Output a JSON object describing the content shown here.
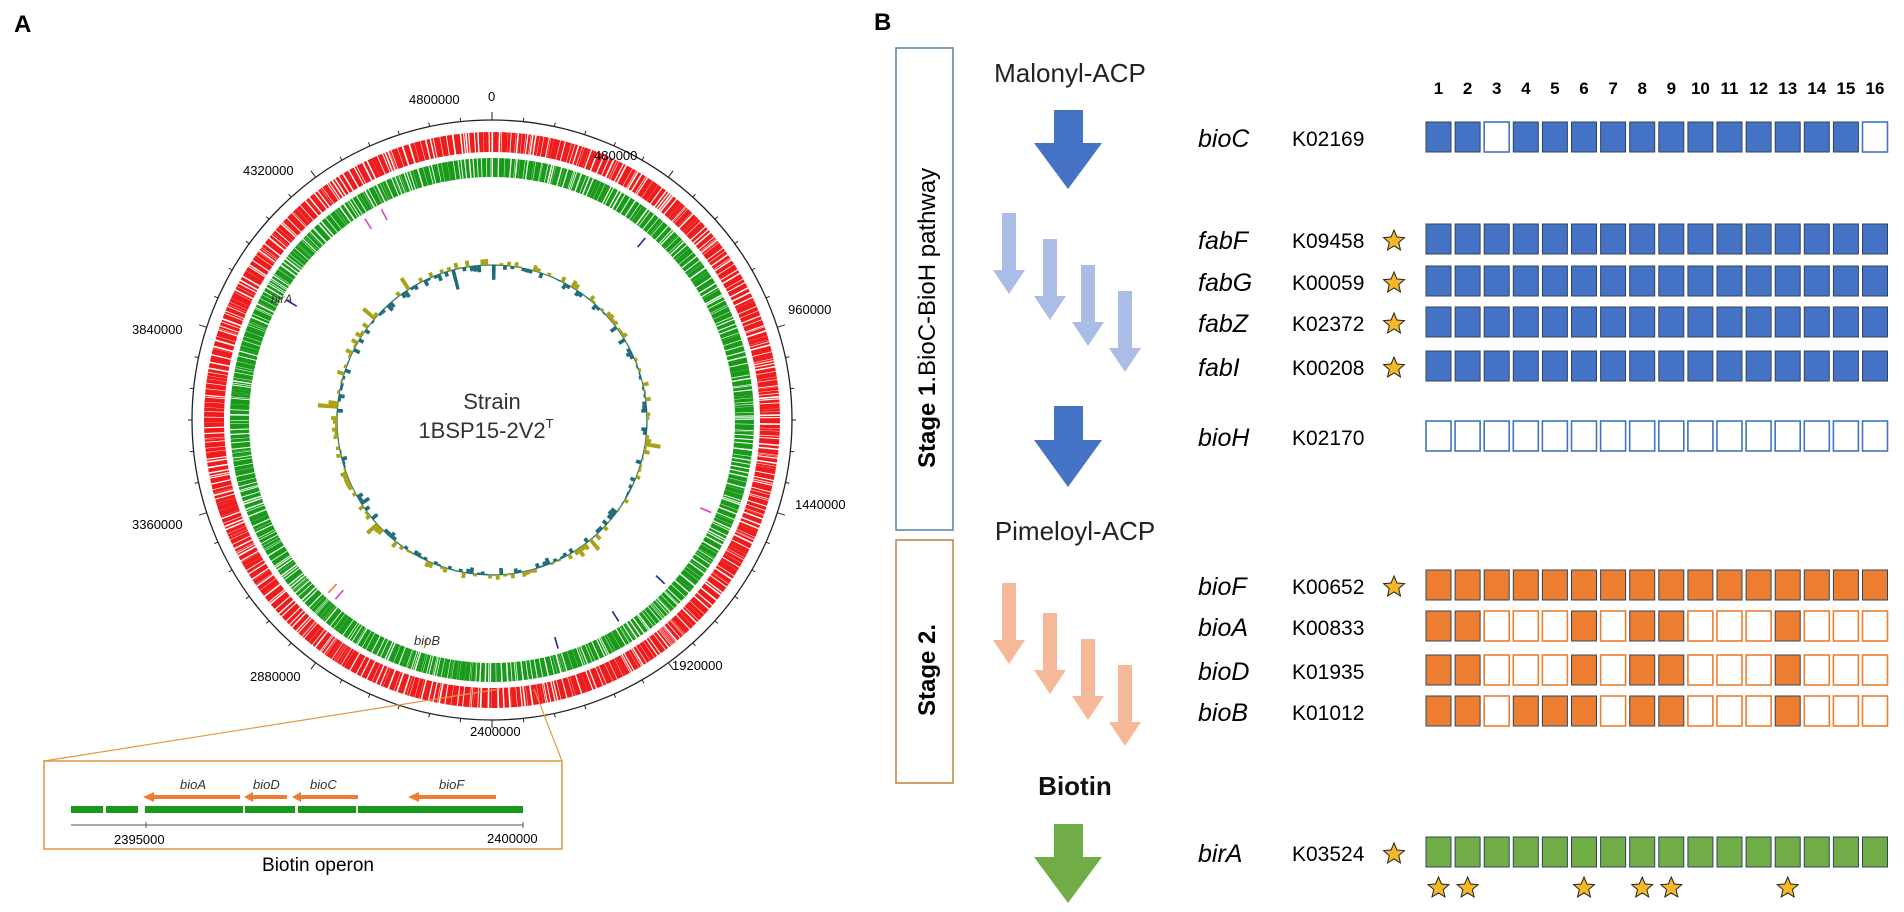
{
  "panel_a": {
    "label": "A",
    "center_title": "Strain",
    "center_strain": "1BSP15-2V2",
    "center_strain_sup": "T",
    "ticks": [
      "0",
      "480000",
      "960000",
      "1440000",
      "1920000",
      "2400000",
      "2880000",
      "3360000",
      "3840000",
      "4320000",
      "4800000"
    ],
    "gene_labels": {
      "birA": "birA",
      "bioB": "bioB"
    },
    "operon": {
      "genes": [
        "bioA",
        "bioD",
        "bioC",
        "bioF"
      ],
      "scale_start": "2395000",
      "scale_end": "2400000",
      "caption": "Biotin operon"
    }
  },
  "panel_b": {
    "label": "B",
    "stage1_label_bold": "Stage 1",
    "stage1_label_rest": ".BioC-BioH pathway",
    "stage2_label": "Stage 2.",
    "compounds": {
      "start": "Malonyl-ACP",
      "middle": "Pimeloyl-ACP",
      "end": "Biotin"
    },
    "columns": [
      "1",
      "2",
      "3",
      "4",
      "5",
      "6",
      "7",
      "8",
      "9",
      "10",
      "11",
      "12",
      "13",
      "14",
      "15",
      "16"
    ],
    "genes": [
      {
        "name": "bioC",
        "ko": "K02169",
        "star": false,
        "color": "#4472c4",
        "present": [
          1,
          1,
          0,
          1,
          1,
          1,
          1,
          1,
          1,
          1,
          1,
          1,
          1,
          1,
          1,
          0
        ]
      },
      {
        "name": "fabF",
        "ko": "K09458",
        "star": true,
        "color": "#4472c4",
        "present": [
          1,
          1,
          1,
          1,
          1,
          1,
          1,
          1,
          1,
          1,
          1,
          1,
          1,
          1,
          1,
          1
        ]
      },
      {
        "name": "fabG",
        "ko": "K00059",
        "star": true,
        "color": "#4472c4",
        "present": [
          1,
          1,
          1,
          1,
          1,
          1,
          1,
          1,
          1,
          1,
          1,
          1,
          1,
          1,
          1,
          1
        ]
      },
      {
        "name": "fabZ",
        "ko": "K02372",
        "star": true,
        "color": "#4472c4",
        "present": [
          1,
          1,
          1,
          1,
          1,
          1,
          1,
          1,
          1,
          1,
          1,
          1,
          1,
          1,
          1,
          1
        ]
      },
      {
        "name": "fabI",
        "ko": "K00208",
        "star": true,
        "color": "#4472c4",
        "present": [
          1,
          1,
          1,
          1,
          1,
          1,
          1,
          1,
          1,
          1,
          1,
          1,
          1,
          1,
          1,
          1
        ]
      },
      {
        "name": "bioH",
        "ko": "K02170",
        "star": false,
        "color": "#4472c4",
        "present": [
          0,
          0,
          0,
          0,
          0,
          0,
          0,
          0,
          0,
          0,
          0,
          0,
          0,
          0,
          0,
          0
        ]
      },
      {
        "name": "bioF",
        "ko": "K00652",
        "star": true,
        "color": "#ed7d31",
        "present": [
          1,
          1,
          1,
          1,
          1,
          1,
          1,
          1,
          1,
          1,
          1,
          1,
          1,
          1,
          1,
          1
        ]
      },
      {
        "name": "bioA",
        "ko": "K00833",
        "star": false,
        "color": "#ed7d31",
        "present": [
          1,
          1,
          0,
          0,
          0,
          1,
          0,
          1,
          1,
          0,
          0,
          0,
          1,
          0,
          0,
          0
        ]
      },
      {
        "name": "bioD",
        "ko": "K01935",
        "star": false,
        "color": "#ed7d31",
        "present": [
          1,
          1,
          0,
          0,
          0,
          1,
          0,
          1,
          1,
          0,
          0,
          0,
          1,
          0,
          0,
          0
        ]
      },
      {
        "name": "bioB",
        "ko": "K01012",
        "star": false,
        "color": "#ed7d31",
        "present": [
          1,
          1,
          0,
          1,
          1,
          1,
          0,
          1,
          1,
          0,
          0,
          0,
          1,
          0,
          0,
          0
        ]
      },
      {
        "name": "birA",
        "ko": "K03524",
        "star": true,
        "color": "#70ad47",
        "present": [
          1,
          1,
          1,
          1,
          1,
          1,
          1,
          1,
          1,
          1,
          1,
          1,
          1,
          1,
          1,
          1
        ]
      }
    ],
    "starred_columns": [
      1,
      2,
      6,
      8,
      9,
      13
    ]
  },
  "colors": {
    "track_red": "#ee1c1c",
    "track_green": "#1a9a1a",
    "gc_olive": "#a8a214",
    "gc_teal": "#1f6d78",
    "blue": "#4472c4",
    "light_blue": "#a9bde6",
    "orange": "#ed7d31",
    "light_orange": "#f5b99a",
    "green": "#70ad47",
    "star": "#f6b82a",
    "stage1_border": "#5f8aa8",
    "stage2_border": "#c8874a"
  }
}
